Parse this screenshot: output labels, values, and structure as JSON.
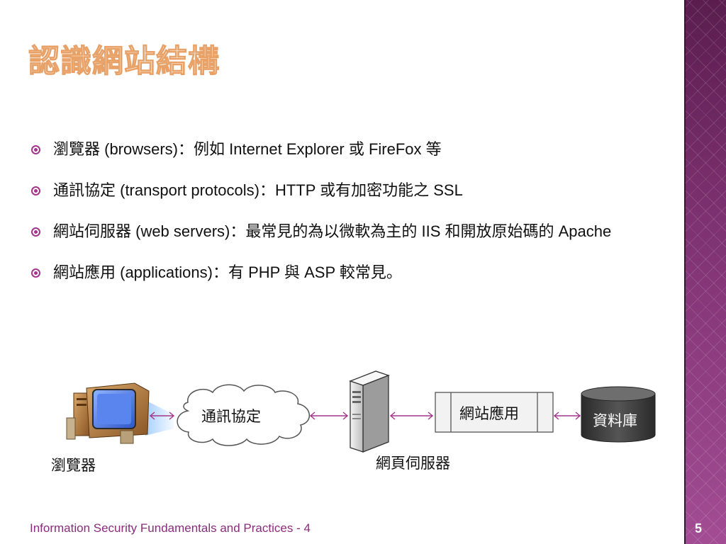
{
  "title": "認識網站結構",
  "bullets": [
    "瀏覽器 (browsers)：例如 Internet Explorer 或 FireFox 等",
    "通訊協定 (transport protocols)：HTTP 或有加密功能之 SSL",
    "網站伺服器 (web servers)：最常見的為以微軟為主的 IIS 和開放原始碼的 Apache",
    "網站應用 (applications)：有 PHP 與 ASP 較常見。"
  ],
  "diagram": {
    "browser_label": "瀏覽器",
    "protocol_label": "通訊協定",
    "server_label": "網頁伺服器",
    "app_label": "網站應用",
    "db_label": "資料庫"
  },
  "footer": "Information Security Fundamentals and Practices - 4",
  "page_number": "5",
  "colors": {
    "accent": "#a3358d",
    "title": "#e8a167",
    "band": "#7a2e6b"
  }
}
